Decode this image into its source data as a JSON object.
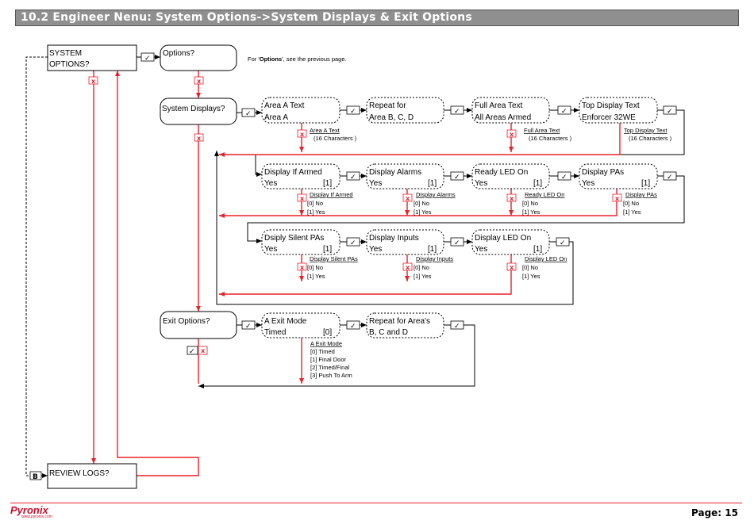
{
  "header": {
    "title": "10.2 Engineer Nenu: System Options->System Displays & Exit Options"
  },
  "nodes": {
    "system_options": [
      "SYSTEM",
      "OPTIONS?"
    ],
    "options": [
      "Options?"
    ],
    "system_displays": [
      "System Displays?"
    ],
    "exit_options": [
      "Exit Options?"
    ],
    "review_logs": [
      "REVIEW LOGS?"
    ],
    "area_a_text": [
      "Area A Text",
      "Area A"
    ],
    "repeat_bcd": [
      "Repeat for",
      "Area B, C, D"
    ],
    "full_area_text": [
      "Full Area Text",
      "All Areas Armed"
    ],
    "top_display_text": [
      "Top Display Text",
      "Enforcer 32WE"
    ],
    "display_if_armed": [
      "Display If Armed",
      "Yes",
      "[1]"
    ],
    "display_alarms": [
      "Display Alarms",
      "Yes",
      "[1]"
    ],
    "ready_led_on": [
      "Ready LED On",
      "Yes",
      "[1]"
    ],
    "display_pas": [
      "Display PAs",
      "Yes",
      "[1]"
    ],
    "display_silent_pas": [
      "Dsiply Silent PAs",
      "Yes",
      "[1]"
    ],
    "display_inputs": [
      "Display Inputs",
      "Yes",
      "[1]"
    ],
    "display_led_on": [
      "Display LED On",
      "Yes",
      "[1]"
    ],
    "a_exit_mode": [
      "A Exit Mode",
      "Timed",
      "[0]"
    ],
    "repeat_exit": [
      "Repeat for Area's",
      "B, C and D"
    ]
  },
  "notes": {
    "options_note_pre": "For '",
    "options_note_bold": "Options",
    "options_note_post": "', see the previous page.",
    "area_a_text": [
      "Area A Text",
      "(16 Characters )"
    ],
    "full_area_text": [
      "Full Area Text",
      "(16 Characters )"
    ],
    "top_display_text": [
      "Top Display Text",
      "(16 Characters )"
    ],
    "display_if_armed": [
      "Display If Armed",
      "[0] No",
      "[1] Yes"
    ],
    "display_alarms": [
      "Display Alarms",
      "[0] No",
      "[1] Yes"
    ],
    "ready_led_on": [
      "Ready LED On",
      "[0] No",
      "[1] Yes"
    ],
    "display_pas": [
      "Display PAs",
      "[0] No",
      "[1] Yes"
    ],
    "display_silent_pas": [
      "Display Silent PAs",
      "[0] No",
      "[1] Yes"
    ],
    "display_inputs": [
      "Display Inputs",
      "[0] No",
      "[1] Yes"
    ],
    "display_led_on": [
      "Display LED On",
      "[0] No",
      "[1] Yes"
    ],
    "a_exit_mode": [
      "A Exit Mode",
      "[0] Timed",
      "[1] Final Door",
      "[2] Timed/Final",
      "[3] Push To Arm"
    ]
  },
  "keys": {
    "tick": "✓",
    "cross": "x",
    "b": "B"
  },
  "footer": {
    "brand": "Pyronix",
    "site": "www.pyronix.com",
    "page": "Page: 15"
  },
  "colors": {
    "header_bg": "#8f8f8f",
    "accent_red": "#e8222a",
    "brand": "#c8102e"
  }
}
